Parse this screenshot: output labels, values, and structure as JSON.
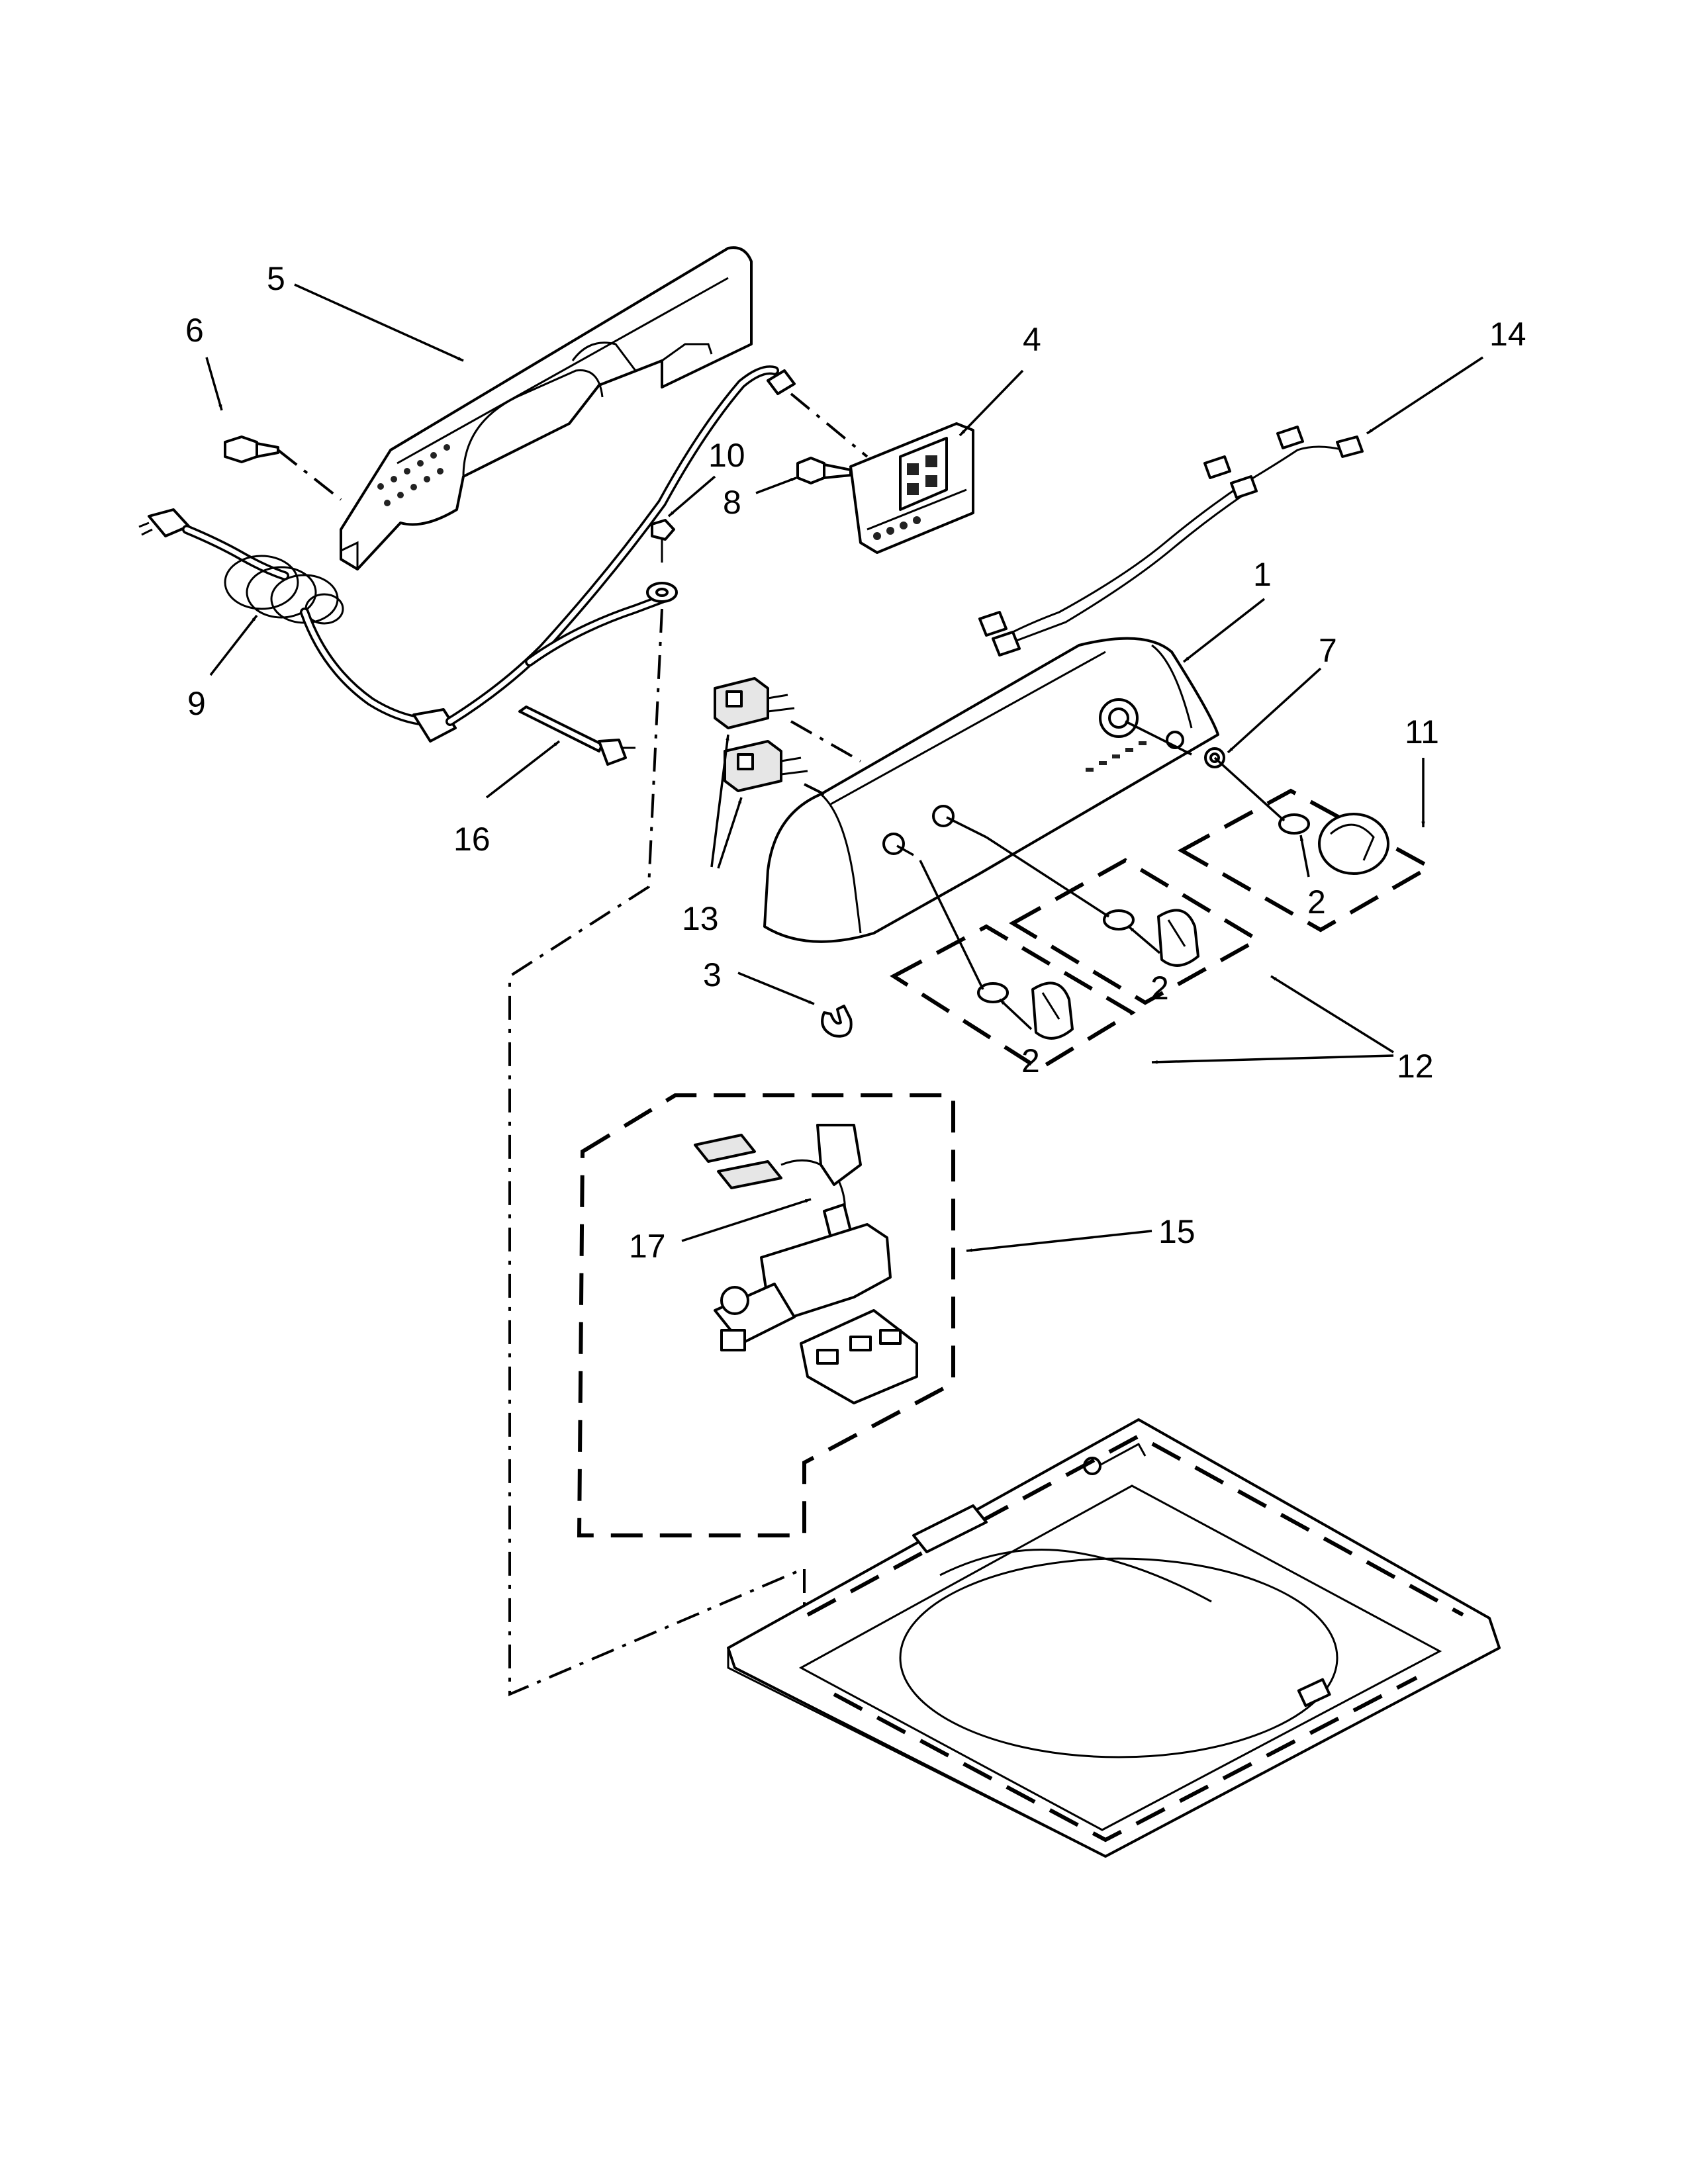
{
  "callouts": {
    "c1": "1",
    "c2a": "2",
    "c2b": "2",
    "c2c": "2",
    "c3": "3",
    "c4": "4",
    "c5": "5",
    "c6": "6",
    "c7": "7",
    "c8": "8",
    "c9": "9",
    "c10": "10",
    "c11": "11",
    "c12": "12",
    "c13": "13",
    "c14": "14",
    "c15": "15",
    "c16": "16",
    "c17": "17"
  }
}
